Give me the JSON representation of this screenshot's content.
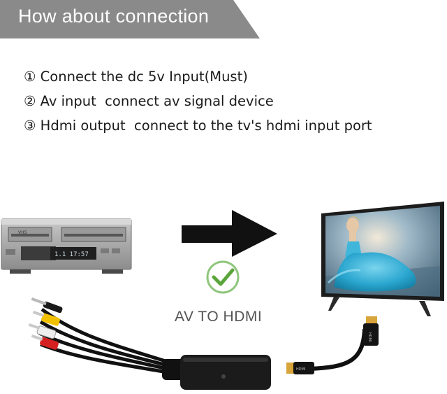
{
  "banner": {
    "title": "How about connection",
    "color": "#8a8a8a"
  },
  "steps": [
    {
      "text": "① Connect the dc 5v Input(Must)"
    },
    {
      "text": "② Av input  connect av signal device"
    },
    {
      "text": "③ Hdmi output  connect to the tv's hdmi input port"
    }
  ],
  "illustration": {
    "vcr_display": "1.1 17:57",
    "vcr_badge": "VHS",
    "check_color": "#5aa53a",
    "caption": "AV TO HDMI",
    "hdmi_brand": "HDMI",
    "rca_colors": {
      "white": "#eeeeee",
      "yellow": "#f2c200",
      "red": "#d42020"
    }
  },
  "icons": [
    "arrow-right-icon",
    "checkmark-icon"
  ]
}
